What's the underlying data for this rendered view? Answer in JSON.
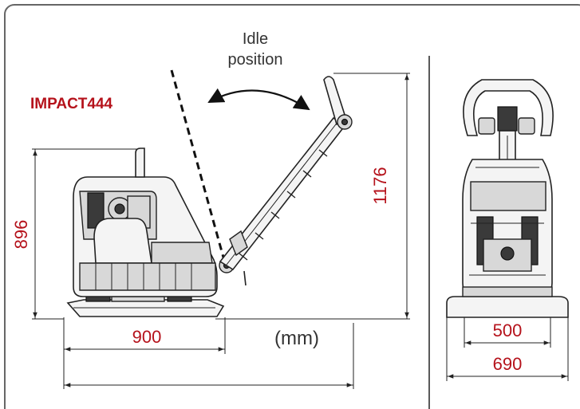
{
  "model": "IMPACT444",
  "idle_caption": [
    "Idle",
    "position"
  ],
  "units": "(mm)",
  "dimensions": {
    "height_machine": "896",
    "height_handle": "1176",
    "plate_length": "900",
    "plate_width": "500",
    "overall_width": "690"
  },
  "colors": {
    "accent": "#b5121b",
    "border": "#666666",
    "ink": "#222222"
  },
  "icons": {
    "swing_arrow": "double-headed-curved-arrow"
  }
}
